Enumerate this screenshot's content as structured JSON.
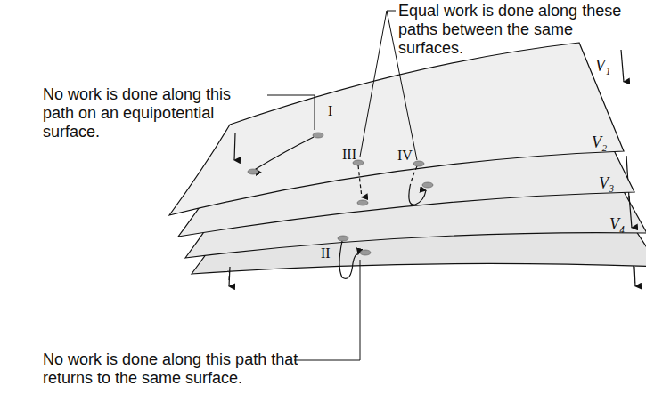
{
  "diagram": {
    "labels": [
      "Equal work is done along these paths between the same surfaces.",
      "No work is done along this path on an equipotential surface.",
      "I",
      "III",
      "IV",
      "II",
      "V₁",
      "V₂",
      "V₃",
      "V₄",
      "No work is done along this path that returns to the same surface."
    ]
  }
}
